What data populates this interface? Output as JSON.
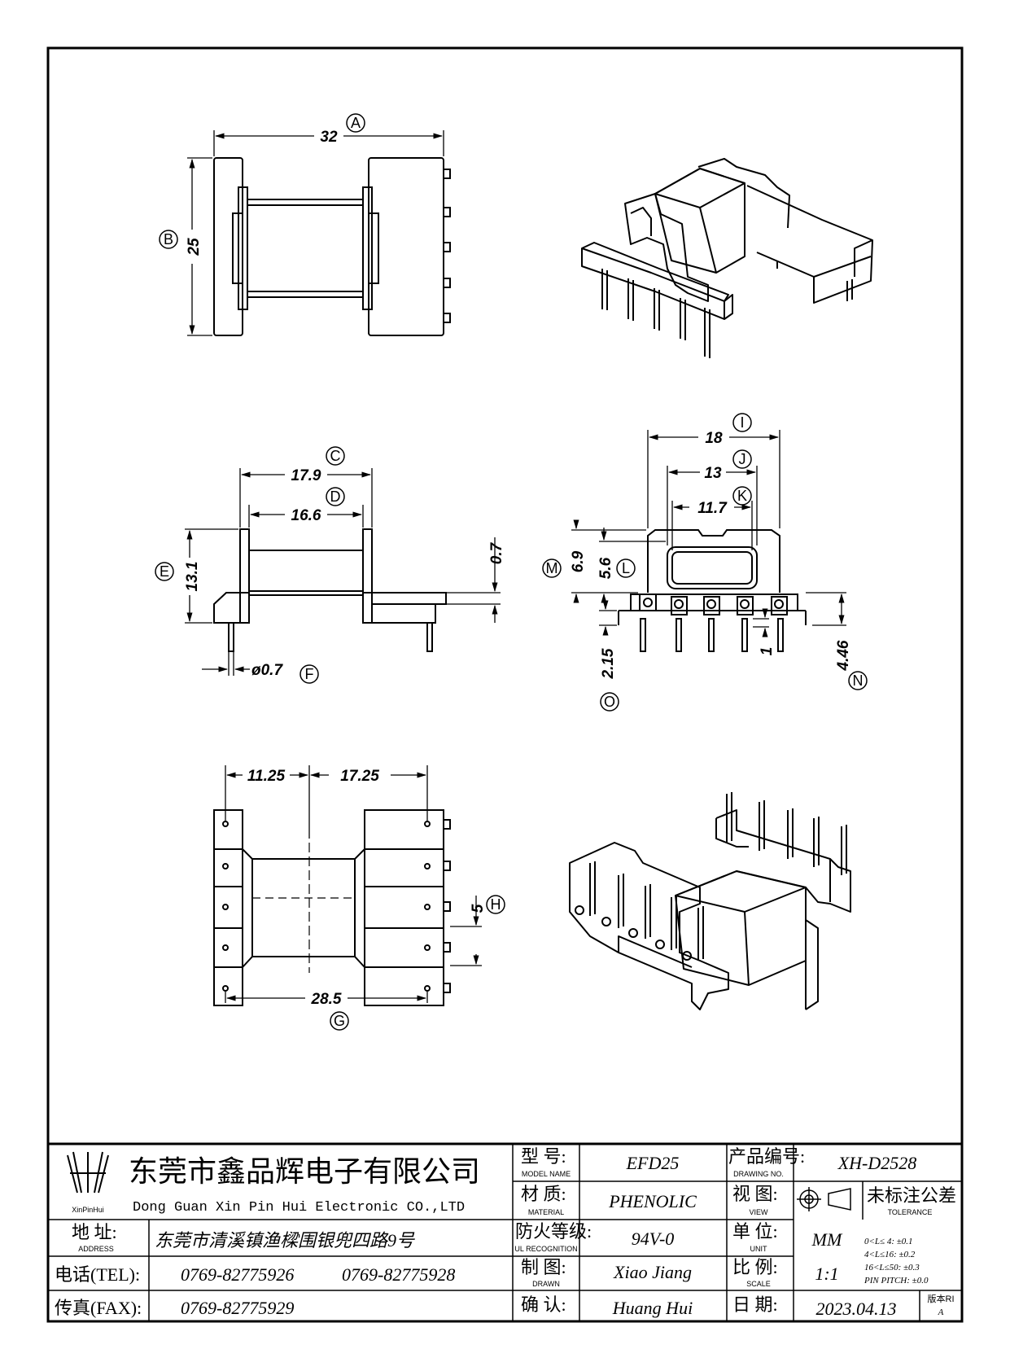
{
  "dimensions": {
    "a_value": "32",
    "a_ref": "A",
    "b_value": "25",
    "b_ref": "B",
    "c_value": "17.9",
    "c_ref": "C",
    "d_value": "16.6",
    "d_ref": "D",
    "e_value": "13.1",
    "e_ref": "E",
    "f_value": "ø0.7",
    "f_ref": "F",
    "flange_value": "0.7",
    "i_value": "18",
    "i_ref": "I",
    "j_value": "13",
    "j_ref": "J",
    "k_value": "11.7",
    "k_ref": "K",
    "m_value": "6.9",
    "m_ref": "M",
    "l_value": "5.6",
    "l_ref": "L",
    "o_value": "2.15",
    "o_ref": "O",
    "pin_value": "1",
    "n_value": "4.46",
    "n_ref": "N",
    "g1_value": "11.25",
    "g2_value": "17.25",
    "g_value": "28.5",
    "g_ref": "G",
    "h_value": "5",
    "h_ref": "H"
  },
  "title_block": {
    "company_cn": "东莞市鑫品辉电子有限公司",
    "company_en": "Dong Guan Xin Pin Hui Electronic CO.,LTD",
    "logo_text": "XinPinHui",
    "address_label": "地  址:",
    "address_label_en": "ADDRESS",
    "address_value": "东莞市清溪镇渔樑围银兜四路9号",
    "tel_label": "电话(TEL):",
    "tel_1": "0769-82775926",
    "tel_2": "0769-82775928",
    "fax_label": "传真(FAX):",
    "fax_value": "0769-82775929",
    "model_label": "型  号:",
    "model_label_en": "MODEL NAME",
    "model_value": "EFD25",
    "material_label": "材  质:",
    "material_label_en": "MATERIAL",
    "material_value": "PHENOLIC",
    "ul_label": "防火等级:",
    "ul_label_en": "UL RECOGNITION",
    "ul_value": "94V-0",
    "drawn_label": "制  图:",
    "drawn_label_en": "DRAWN",
    "drawn_value": "Xiao Jiang",
    "confirm_label": "确  认:",
    "confirm_value": "Huang Hui",
    "drawing_no_label": "产品编号:",
    "drawing_no_label_en": "DRAWING NO.",
    "drawing_no_value": "XH-D2528",
    "view_label": "视  图:",
    "view_label_en": "VIEW",
    "unit_label": "单  位:",
    "unit_label_en": "UNIT",
    "unit_value": "MM",
    "scale_label": "比  例:",
    "scale_label_en": "SCALE",
    "scale_value": "1:1",
    "date_label": "日  期:",
    "date_value": "2023.04.13",
    "tolerance_label": "未标注公差",
    "tolerance_label_en": "TOLERANCE",
    "tol_1": "0<L≤ 4:  ±0.1",
    "tol_2": "4<L≤16:  ±0.2",
    "tol_3": "16<L≤50:  ±0.3",
    "tol_4": "PIN PITCH:  ±0.0",
    "version_label": "版本RI",
    "version_value": "A"
  }
}
